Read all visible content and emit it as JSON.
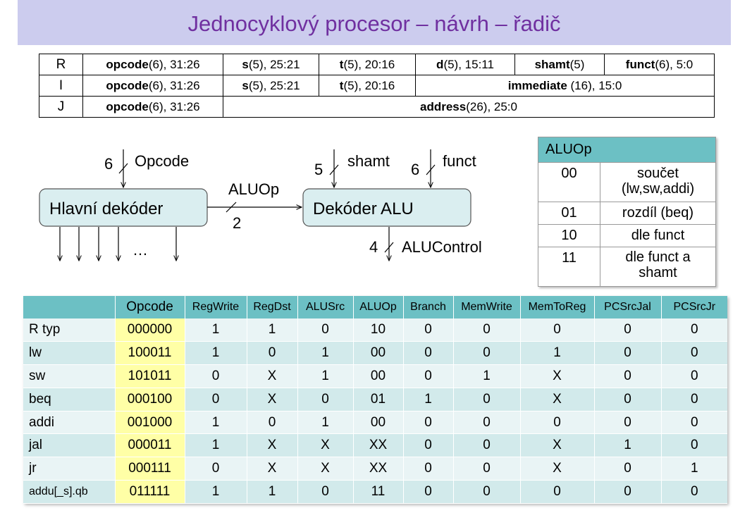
{
  "slide": {
    "title": "Jednocyklový procesor – návrh – řadič"
  },
  "formats": {
    "rows": [
      {
        "type": "R",
        "cells": [
          {
            "bold": "opcode",
            "rest": "(6), 31:26"
          },
          {
            "bold": "s",
            "rest": "(5), 25:21"
          },
          {
            "bold": "t",
            "rest": "(5), 20:16"
          },
          {
            "bold": "d",
            "rest": "(5), 15:11"
          },
          {
            "bold": "shamt",
            "rest": "(5)"
          },
          {
            "bold": "funct",
            "rest": "(6), 5:0"
          }
        ]
      },
      {
        "type": "I",
        "cells": [
          {
            "bold": "opcode",
            "rest": "(6), 31:26"
          },
          {
            "bold": "s",
            "rest": "(5), 25:21"
          },
          {
            "bold": "t",
            "rest": "(5), 20:16"
          },
          {
            "bold": "immediate",
            "rest": " (16), 15:0"
          }
        ]
      },
      {
        "type": "J",
        "cells": [
          {
            "bold": "opcode",
            "rest": "(6), 31:26"
          },
          {
            "bold": "address",
            "rest": "(26), 25:0"
          }
        ]
      }
    ]
  },
  "diagram": {
    "main_decoder": "Hlavní dekóder",
    "alu_decoder": "Dekóder ALU",
    "opcode_label": "Opcode",
    "opcode_width": "6",
    "aluop_label": "ALUOp",
    "aluop_width": "2",
    "shamt_label": "shamt",
    "shamt_width": "5",
    "funct_label": "funct",
    "funct_width": "6",
    "alucontrol_label": "ALUControl",
    "alucontrol_width": "4",
    "ellipsis": "…"
  },
  "aluop_table": {
    "header": "ALUOp",
    "rows": [
      {
        "code": "00",
        "meaning": "součet (lw,sw,addi)"
      },
      {
        "code": "01",
        "meaning": "rozdíl (beq)"
      },
      {
        "code": "10",
        "meaning": "dle funct"
      },
      {
        "code": "11",
        "meaning": "dle funct a shamt"
      }
    ]
  },
  "control_table": {
    "columns": [
      "",
      "Opcode",
      "RegWrite",
      "RegDst",
      "ALUSrc",
      "ALUOp",
      "Branch",
      "MemWrite",
      "MemToReg",
      "PCSrcJal",
      "PCSrcJr"
    ],
    "rows": [
      {
        "name": "R typ",
        "values": [
          "000000",
          "1",
          "1",
          "0",
          "10",
          "0",
          "0",
          "0",
          "0",
          "0"
        ]
      },
      {
        "name": "lw",
        "values": [
          "100011",
          "1",
          "0",
          "1",
          "00",
          "0",
          "0",
          "1",
          "0",
          "0"
        ]
      },
      {
        "name": "sw",
        "values": [
          "101011",
          "0",
          "X",
          "1",
          "00",
          "0",
          "1",
          "X",
          "0",
          "0"
        ]
      },
      {
        "name": "beq",
        "values": [
          "000100",
          "0",
          "X",
          "0",
          "01",
          "1",
          "0",
          "X",
          "0",
          "0"
        ]
      },
      {
        "name": "addi",
        "values": [
          "001000",
          "1",
          "0",
          "1",
          "00",
          "0",
          "0",
          "0",
          "0",
          "0"
        ]
      },
      {
        "name": "jal",
        "values": [
          "000011",
          "1",
          "X",
          "X",
          "XX",
          "0",
          "0",
          "X",
          "1",
          "0"
        ]
      },
      {
        "name": "jr",
        "values": [
          "000111",
          "0",
          "X",
          "X",
          "XX",
          "0",
          "0",
          "X",
          "0",
          "1"
        ]
      },
      {
        "name": "addu[_s].qb",
        "values": [
          "011111",
          "1",
          "1",
          "0",
          "11",
          "0",
          "0",
          "0",
          "0",
          "0"
        ]
      }
    ]
  },
  "colors": {
    "title_band": "#ccccee",
    "title_text": "#7030a0",
    "header_teal": "#6cc0c4",
    "opcode_highlight": "#ffffa6",
    "box_fill": "#daeef0"
  }
}
